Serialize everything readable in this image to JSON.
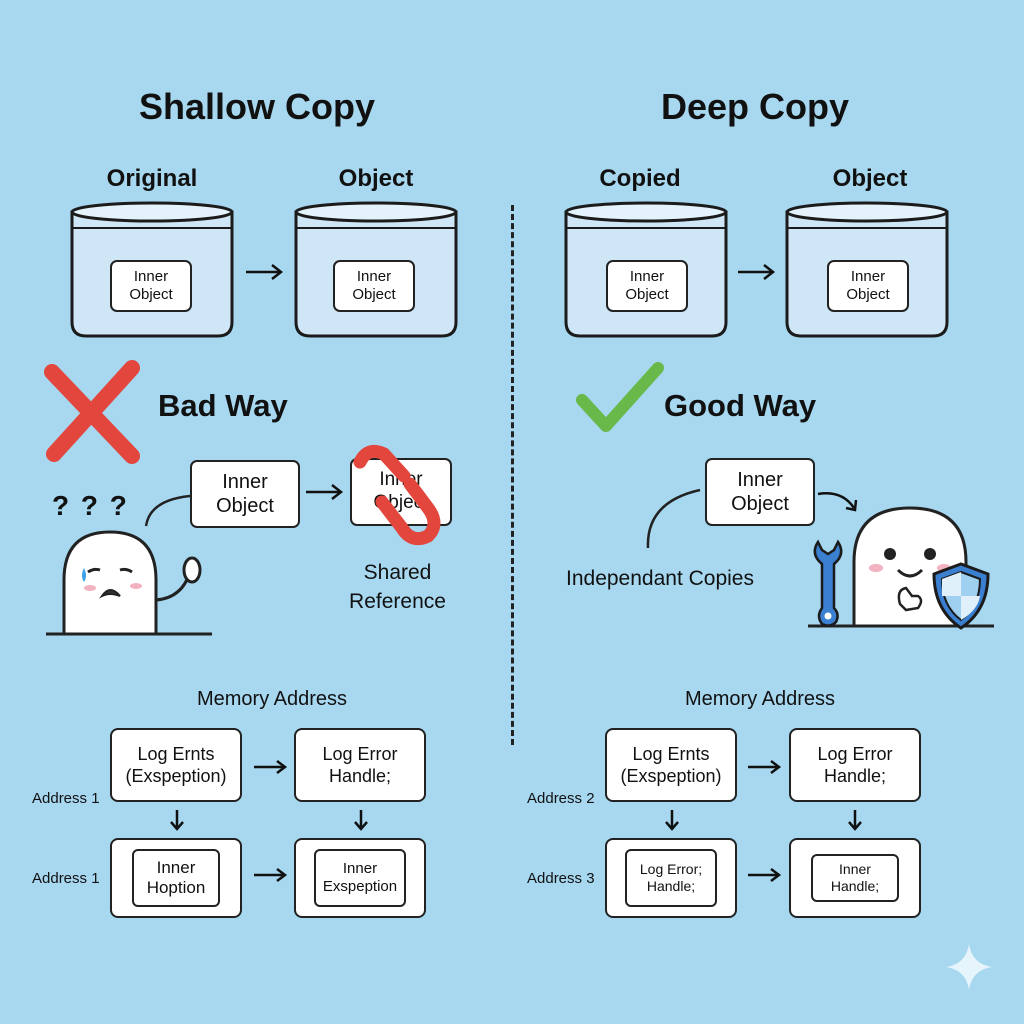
{
  "shallow": {
    "title": "Shallow Copy",
    "jar_left_label": "Original",
    "jar_right_label": "Object",
    "jar_left_bubble": "Inner\nObject",
    "jar_right_bubble": "Inner\nObject",
    "way": "Bad Way",
    "bubble": "Inner\nObject",
    "shared_bubble": "Inner\nObject",
    "question_marks": "? ? ?",
    "shared_label": "Shared\nReference",
    "memory": {
      "title": "Memory Address",
      "row1_address": "Address 1",
      "row2_address": "Address 1",
      "cell_tl": "Log Ernts\n(Exspeption)",
      "cell_tr": "Log Error\nHandle;",
      "cell_bl": "Inner\nHoption",
      "cell_br": "Inner\nExspeption"
    }
  },
  "deep": {
    "title": "Deep Copy",
    "jar_left_label": "Copied",
    "jar_right_label": "Object",
    "jar_left_bubble": "Inner\nObject",
    "jar_right_bubble": "Inner\nObject",
    "way": "Good Way",
    "bubble": "Inner\nObject",
    "independent_label": "Independant Copies",
    "memory": {
      "title": "Memory Address",
      "row1_address": "Address 2",
      "row2_address": "Address 3",
      "cell_tl": "Log Ernts\n(Exspeption)",
      "cell_tr": "Log Error\nHandle;",
      "cell_bl": "Log Error;\nHandle;",
      "cell_br": "Inner\nHandle;"
    }
  },
  "icons": [
    "cross-icon",
    "check-icon",
    "broken-link-icon",
    "confused-ghost-icon",
    "happy-ghost-icon",
    "wrench-icon",
    "shield-icon",
    "sparkle-icon"
  ],
  "colors": {
    "background": "#a7d8f0",
    "bad": "#e2463c",
    "good": "#69b84a",
    "jar": "#cfe6f6"
  }
}
